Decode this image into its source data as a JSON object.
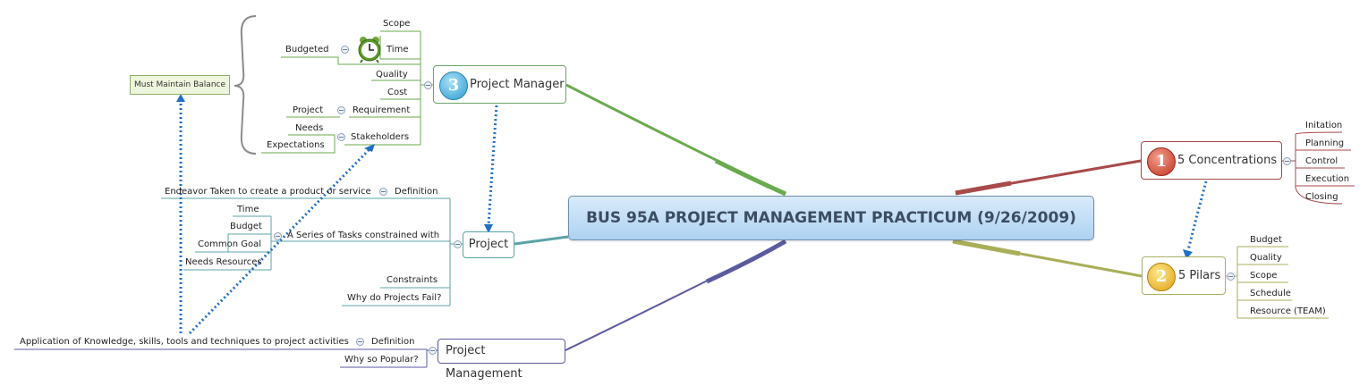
{
  "central": "BUS 95A PROJECT MANAGEMENT PRACTICUM (9/26/2009)",
  "project_manager": {
    "title": "Project Manager",
    "badge": "3",
    "children": {
      "scope": "Scope",
      "time": "Time",
      "budgeted": "Budgeted",
      "quality": "Quality",
      "cost": "Cost",
      "requirement": "Requirement",
      "project": "Project",
      "stakeholders": "Stakeholders",
      "needs": "Needs",
      "expectations": "Expectations"
    },
    "note": "Must Maintain Balance"
  },
  "project": {
    "title": "Project",
    "definition": "Definition",
    "definition_text": "Endeavor Taken to create a product or service",
    "series": "A Series of Tasks constrained with",
    "series_items": [
      "Time",
      "Budget",
      "Common Goal",
      "Needs Resources"
    ],
    "constraints": "Constraints",
    "why_fail": "Why do Projects Fail?"
  },
  "project_management": {
    "title": "Project Management",
    "definition": "Definition",
    "definition_text": "Application of Knowledge, skills, tools and techniques to project activities",
    "why_popular": "Why so Popular?"
  },
  "concentrations": {
    "title": "5 Concentrations",
    "badge": "1",
    "items": [
      "Initation",
      "Planning",
      "Control",
      "Execution",
      "Closing"
    ]
  },
  "pilars": {
    "title": "5 Pilars",
    "badge": "2",
    "items": [
      "Budget",
      "Quality",
      "Scope",
      "Schedule",
      "Resource (TEAM)"
    ]
  },
  "colors": {
    "pm_branch": "#6aaa4f",
    "project_branch": "#5ba3a8",
    "pmg_branch": "#5a5aa0",
    "concentrations_branch": "#a84a4a",
    "pilars_branch": "#a9ae58",
    "relationship_arrow": "#1e6fc7"
  },
  "icons": {
    "alarm": "alarm-clock-icon"
  }
}
